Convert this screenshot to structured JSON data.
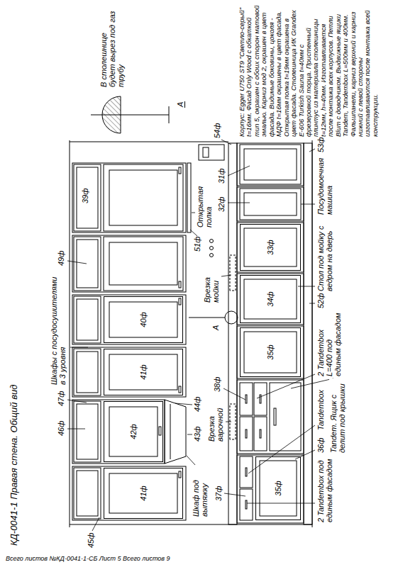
{
  "diagram": {
    "title": "КД-0041-1 Правая стена. Общий вид",
    "caption": "Всего листов №КД-0041-1-СБ Лист 5 Всего листов 9",
    "nodes": [
      {
        "text": [
          "41ф"
        ]
      },
      {
        "text": [
          "42ф"
        ]
      },
      {
        "text": [
          "41ф"
        ]
      },
      {
        "text": [
          "40ф"
        ]
      },
      {
        "text": [
          "35ф"
        ]
      },
      {
        "text": [
          "35ф"
        ]
      },
      {
        "text": [
          "34ф"
        ]
      },
      {
        "text": [
          "33ф"
        ]
      }
    ],
    "labels": [
      "45ф",
      "46ф",
      "47ф",
      "Шкафы с посудосушителями в 3 уровня",
      "49ф",
      "39ф",
      "Шкаф под вытяжку",
      "43ф",
      "44ф",
      "Врезка варочной",
      "Открытая полка",
      "51ф",
      "37ф",
      "38ф",
      "А",
      "Врезка мойки",
      "32ф",
      "31ф",
      "54ф",
      "2 Tandembox под единым фасадом",
      "36ф",
      "Tandembox",
      "Tandem. Ящик с делит под крышки",
      "2 Tandembox L=400 под единым фасадом",
      "52ф",
      "Стол под мойку с ведром на дверь",
      "Посудомоечная машина",
      "53ф",
      "А",
      "В столешнице будет вырез под газ трубу",
      "Корпус: Egger U750 ST9 \"Светло-серый\" t=16мм. Фасад Only Wood с обкаткой mun 5, окрашен с обоих сторон матовой эмалью. Карниз мод 2, окрашен в цвет фасада. Видимые боковины, цоколя - МДФ t=16мм окрашены в цвет фасада. Открытая полка t=19мм окрашена в цвет фасада. Столешница ИК Grandex E-606 Turkish Sauna t=40мм с фрезеровкой торца. Пристенный плинтус из материала столешницы t=12мм, h=40мм. Изготавливается после монтажа всех корпусов. Петли Blum с доводчиком. Выдвижные ящики Tandem, Tandembox L=500мм и 400мм. Фальшпанели, карниз верхний и карниз нижний с левой стороны изготавливаются после монтажа всей конструкции."
    ]
  }
}
